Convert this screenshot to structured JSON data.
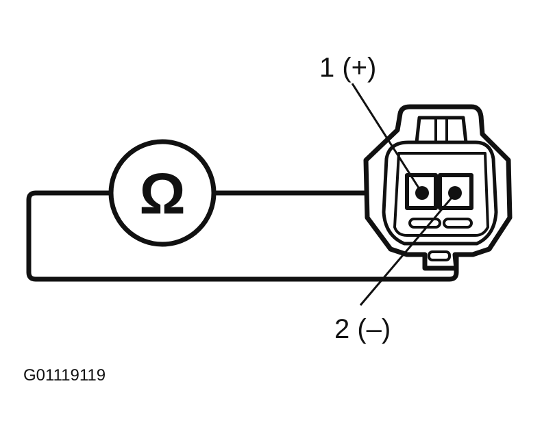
{
  "diagram": {
    "meter_symbol": "Ω",
    "terminal_1_label": "1 (+)",
    "terminal_2_label": "2 (–)",
    "figure_code": "G01119119",
    "stroke_color": "#111111",
    "background_color": "#ffffff"
  }
}
